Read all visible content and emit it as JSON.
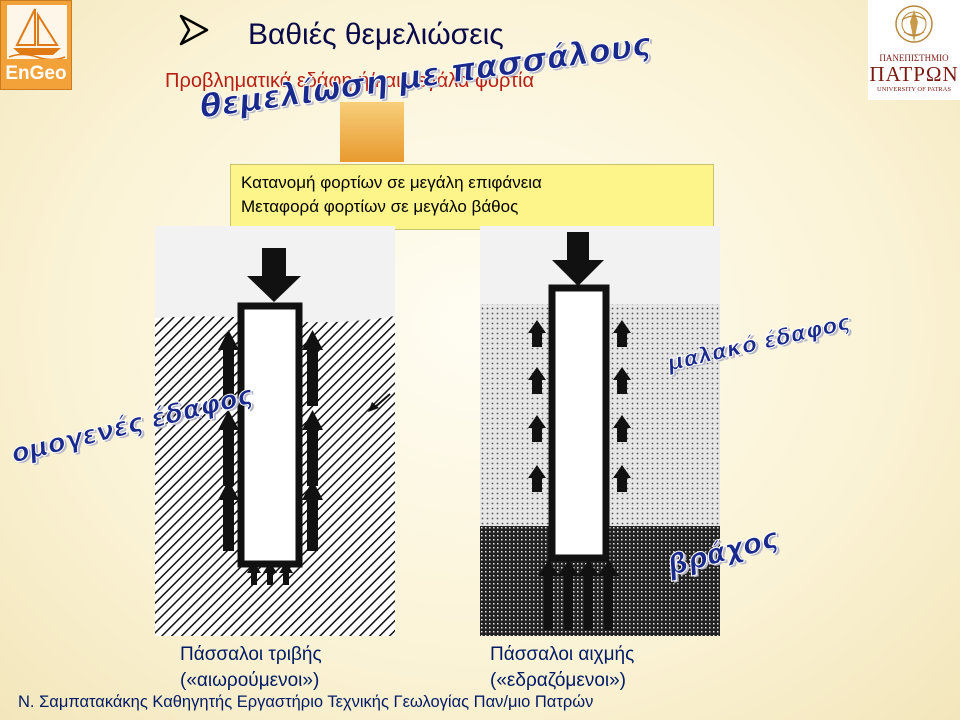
{
  "logo_left": {
    "brand": "EnGeo"
  },
  "logo_right": {
    "line1": "ΠΑΝΕΠΙΣΤΗΜΙΟ",
    "line2": "ΠΑΤΡΩΝ",
    "line3": "UNIVERSITY OF PATRAS"
  },
  "slide": {
    "bullet_icon": "arrow-bullet-icon",
    "title": "Βαθιές θεμελιώσεις",
    "subtitle": "Προβληματικά εδάφη ή/και μεγάλα φορτία",
    "wordart_main": "θεμελίωση με πασσάλους",
    "info_lines": [
      "Κατανομή φορτίων σε μεγάλη επιφάνεια",
      "Μεταφορά φορτίων σε μεγάλο βάθος"
    ],
    "label_homogeneous": "ομογενές έδαφος",
    "label_soft": "μαλακό έδαφος",
    "label_rock": "βράχος",
    "caption_left": [
      "Πάσσαλοι τριβής",
      "(«αιωρούμενοι»)"
    ],
    "caption_right": [
      "Πάσσαλοι αιχμής",
      "(«εδραζόμενοι»)"
    ],
    "footer": "Ν. Σαμπατακάκης Καθηγητής Εργαστήριο Τεχνικής Γεωλογίας Παν/μιο Πατρών"
  },
  "colors": {
    "title": "#0a0a4a",
    "subtitle": "#b81f16",
    "info_box": "#fdf58a",
    "wordart": "#1a2a8c",
    "caption": "#001a66",
    "logo_left_bg": "#f3a23a"
  }
}
